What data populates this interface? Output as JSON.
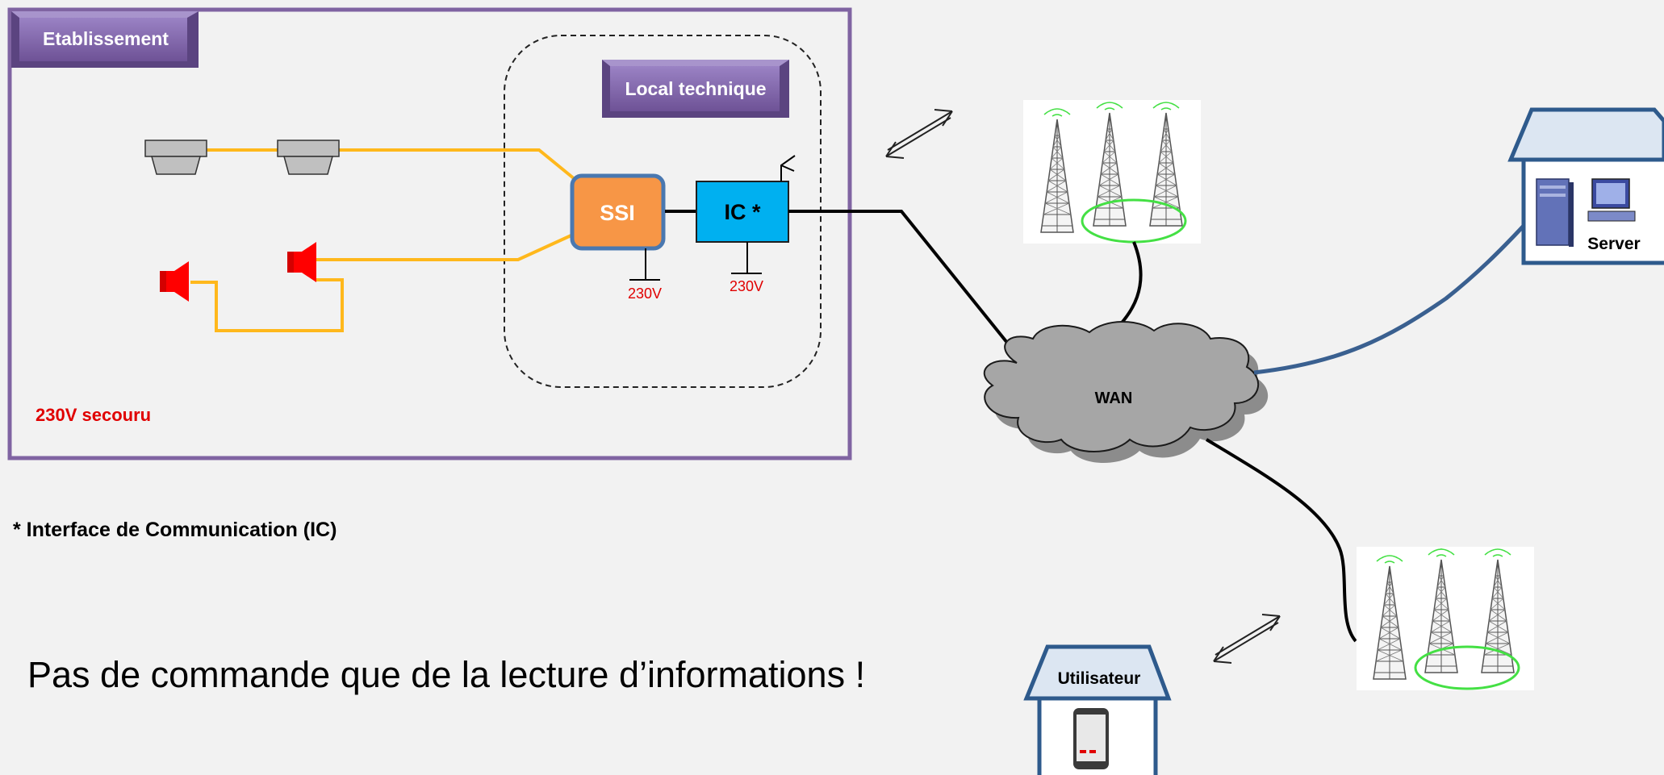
{
  "establishment": {
    "label": "Etablissement",
    "power_label": "230V secouru"
  },
  "technical_room": {
    "label": "Local technique"
  },
  "ssi": {
    "label": "SSI",
    "power": "230V"
  },
  "ic": {
    "label": "IC *",
    "power": "230V"
  },
  "wan": {
    "label": "WAN"
  },
  "server": {
    "label": "Server"
  },
  "user": {
    "label": "Utilisateur"
  },
  "footnote": "* Interface de Communication (IC)",
  "caption": "Pas de commande que de la lecture d’informations !",
  "colors": {
    "establishment_border": "#8064a2",
    "tag_fill": "#7b5ea7",
    "ssi_fill": "#f79646",
    "ic_fill": "#00b0f0",
    "wiring": "#ffb81c",
    "power_text": "#e00000",
    "cloud_fill": "#a6a6a6",
    "house_border": "#2e5a8c",
    "house_roof": "#dce6f2",
    "server_link": "#3a6090",
    "antenna_ring": "#44e044"
  }
}
